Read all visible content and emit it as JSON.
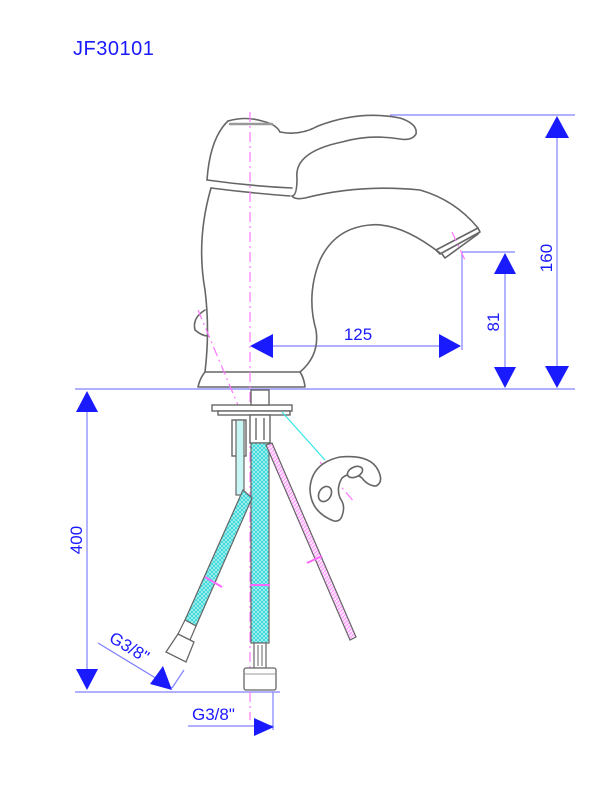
{
  "title": "JF30101",
  "colors": {
    "dimension": "#1a1aff",
    "dimension_line": "#8080ff",
    "outline": "#666666",
    "centerline": "#ff66ff",
    "hose": "#33e6e6"
  },
  "dimensions": {
    "total_height": "160",
    "spout_height": "81",
    "spout_reach": "125",
    "hose_length": "400",
    "thread_left": "G3/8\"",
    "thread_bottom": "G3/8\""
  },
  "parts": [
    {
      "name": "faucet-body",
      "label": ""
    },
    {
      "name": "lever-handle",
      "label": ""
    },
    {
      "name": "spout-aerator",
      "label": ""
    },
    {
      "name": "mounting-bracket",
      "label": ""
    },
    {
      "name": "flexible-hose-left",
      "label": ""
    },
    {
      "name": "flexible-hose-center",
      "label": ""
    },
    {
      "name": "pop-up-rod",
      "label": ""
    },
    {
      "name": "horseshoe-washer",
      "label": ""
    }
  ]
}
